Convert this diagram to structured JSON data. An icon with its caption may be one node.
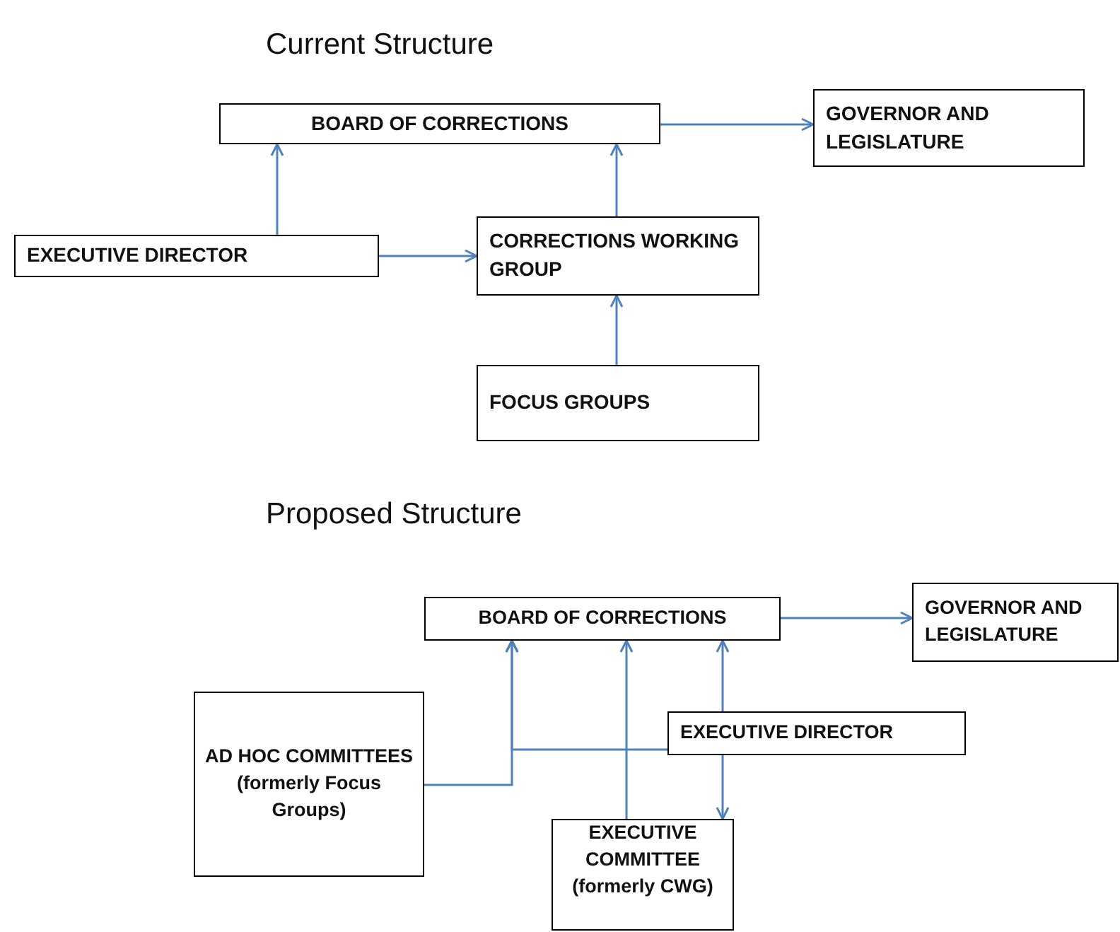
{
  "diagram": {
    "nodes": [
      {
        "text": [
          "BOARD OF CORRECTIONS"
        ]
      },
      {
        "text": [
          "GOVERNOR AND LEGISLATURE"
        ]
      },
      {
        "text": [
          "EXECUTIVE DIRECTOR"
        ]
      },
      {
        "text": [
          "CORRECTIONS WORKING GROUP"
        ]
      },
      {
        "text": [
          "FOCUS GROUPS"
        ]
      },
      {
        "text": [
          "BOARD OF CORRECTIONS"
        ]
      },
      {
        "text": [
          "GOVERNOR AND LEGISLATURE"
        ]
      },
      {
        "text": [
          "AD HOC COMMITTEES (formerly Focus Groups)"
        ]
      },
      {
        "text": [
          "EXECUTIVE DIRECTOR"
        ]
      },
      {
        "text": [
          "EXECUTIVE COMMITTEE (formerly CWG)"
        ]
      }
    ],
    "edges": [
      {
        "from": 0,
        "to": 1,
        "arrow": "to"
      },
      {
        "from": 2,
        "to": 0,
        "arrow": "to"
      },
      {
        "from": 2,
        "to": 3,
        "arrow": "to"
      },
      {
        "from": 3,
        "to": 0,
        "arrow": "to"
      },
      {
        "from": 4,
        "to": 3,
        "arrow": "to"
      },
      {
        "from": 5,
        "to": 6,
        "arrow": "to"
      },
      {
        "from": 7,
        "to": 5,
        "arrow": "to"
      },
      {
        "from": 8,
        "to": 5,
        "arrow": "to"
      },
      {
        "from": 9,
        "to": 5,
        "arrow": "to"
      },
      {
        "from": 8,
        "to": 5,
        "arrow": "to"
      },
      {
        "from": 8,
        "to": 9,
        "arrow": "to"
      }
    ],
    "labels": [
      "Current Structure",
      "Proposed Structure"
    ]
  }
}
